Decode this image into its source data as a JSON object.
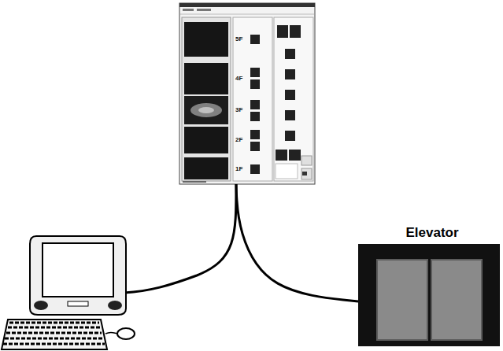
{
  "diagram": {
    "nodes": [
      {
        "text": [
          "5F",
          "4F",
          "3F",
          "2F",
          "1F"
        ]
      },
      {
        "text": [
          "Elevator"
        ]
      }
    ],
    "edges": [
      {
        "from": 0,
        "to": 1,
        "arrow": "none"
      }
    ]
  }
}
